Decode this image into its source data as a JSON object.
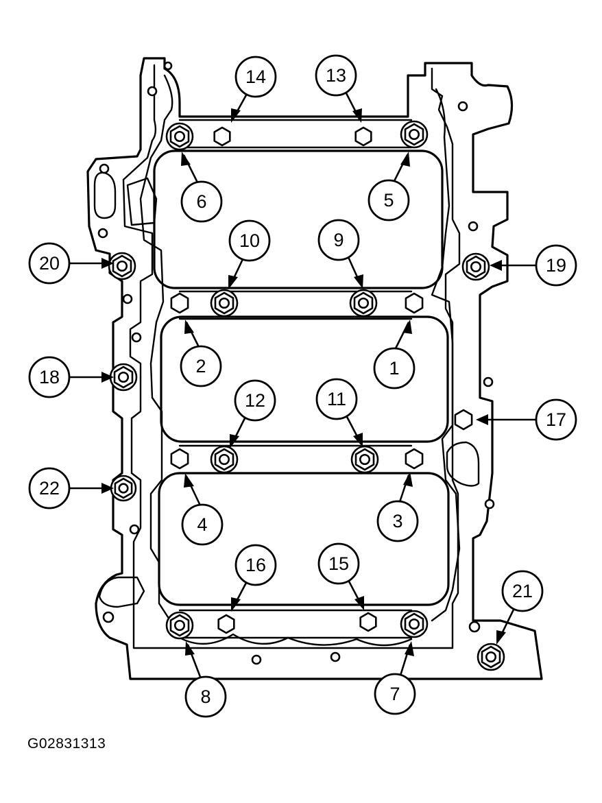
{
  "figure_id": "G02831313",
  "callouts": [
    {
      "label": "1"
    },
    {
      "label": "2"
    },
    {
      "label": "3"
    },
    {
      "label": "4"
    },
    {
      "label": "5"
    },
    {
      "label": "6"
    },
    {
      "label": "7"
    },
    {
      "label": "8"
    },
    {
      "label": "9"
    },
    {
      "label": "10"
    },
    {
      "label": "11"
    },
    {
      "label": "12"
    },
    {
      "label": "13"
    },
    {
      "label": "14"
    },
    {
      "label": "15"
    },
    {
      "label": "16"
    },
    {
      "label": "17"
    },
    {
      "label": "18"
    },
    {
      "label": "19"
    },
    {
      "label": "20"
    },
    {
      "label": "21"
    },
    {
      "label": "22"
    }
  ]
}
